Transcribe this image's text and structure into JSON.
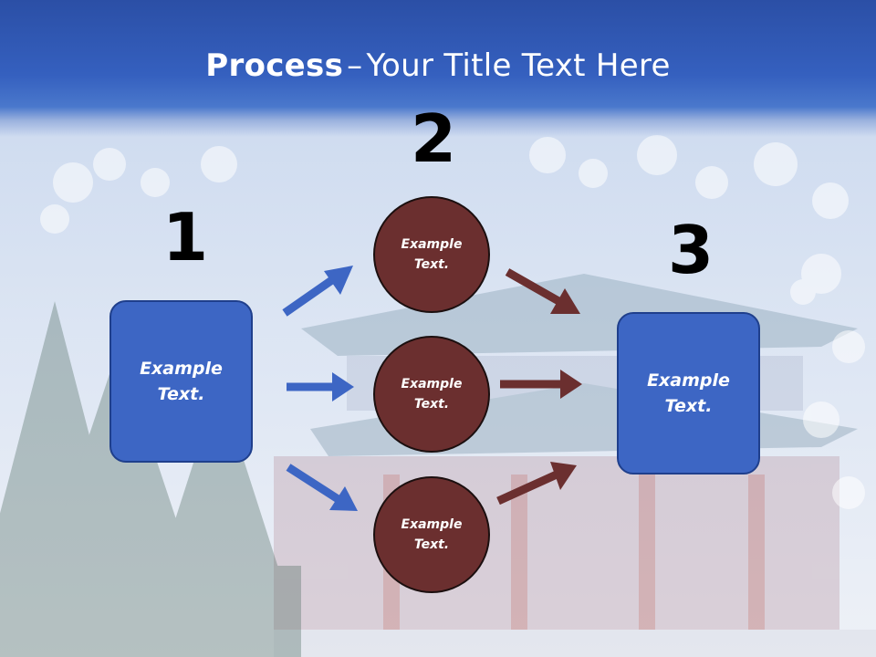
{
  "title": {
    "bold": "Process",
    "separator": "–",
    "rest": "Your Title Text Here"
  },
  "steps": {
    "one": "1",
    "two": "2",
    "three": "3"
  },
  "left_box": {
    "label": "Example\nText."
  },
  "circles": [
    {
      "label": "Example\nText."
    },
    {
      "label": "Example\nText."
    },
    {
      "label": "Example\nText."
    }
  ],
  "right_box": {
    "label": "Example\nText."
  },
  "colors": {
    "blue": "#3d66c4",
    "maroon": "#6b2f2f",
    "title_bar": "#3560bf"
  }
}
